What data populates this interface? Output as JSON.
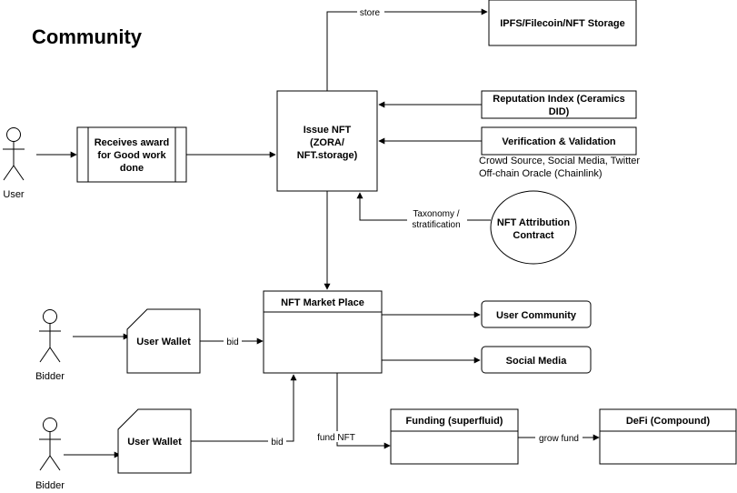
{
  "title": "Community",
  "actors": {
    "user": "User",
    "bidder1": "Bidder",
    "bidder2": "Bidder"
  },
  "nodes": {
    "receives_award": [
      "Receives award",
      "for Good work",
      "done"
    ],
    "issue_nft": [
      "Issue NFT",
      "(ZORA/",
      "NFT.storage)"
    ],
    "ipfs": "IPFS/Filecoin/NFT Storage",
    "reputation": [
      "Reputation Index (Ceramics",
      "DID)"
    ],
    "verification": "Verification & Validation",
    "verification_note": [
      "Crowd Source, Social Media, Twitter",
      "Off-chain Oracle (Chainlink)"
    ],
    "attribution": [
      "NFT Attribution",
      "Contract"
    ],
    "marketplace": "NFT Market Place",
    "user_community": "User Community",
    "social_media": "Social Media",
    "wallet1": "User Wallet",
    "wallet2": "User Wallet",
    "funding": "Funding (superfluid)",
    "defi": "DeFi (Compound)"
  },
  "edge_labels": {
    "store": "store",
    "taxonomy": [
      "Taxonomy /",
      "stratification"
    ],
    "bid1": "bid",
    "bid2": "bid",
    "fund_nft": "fund NFT",
    "grow_fund": "grow fund"
  }
}
